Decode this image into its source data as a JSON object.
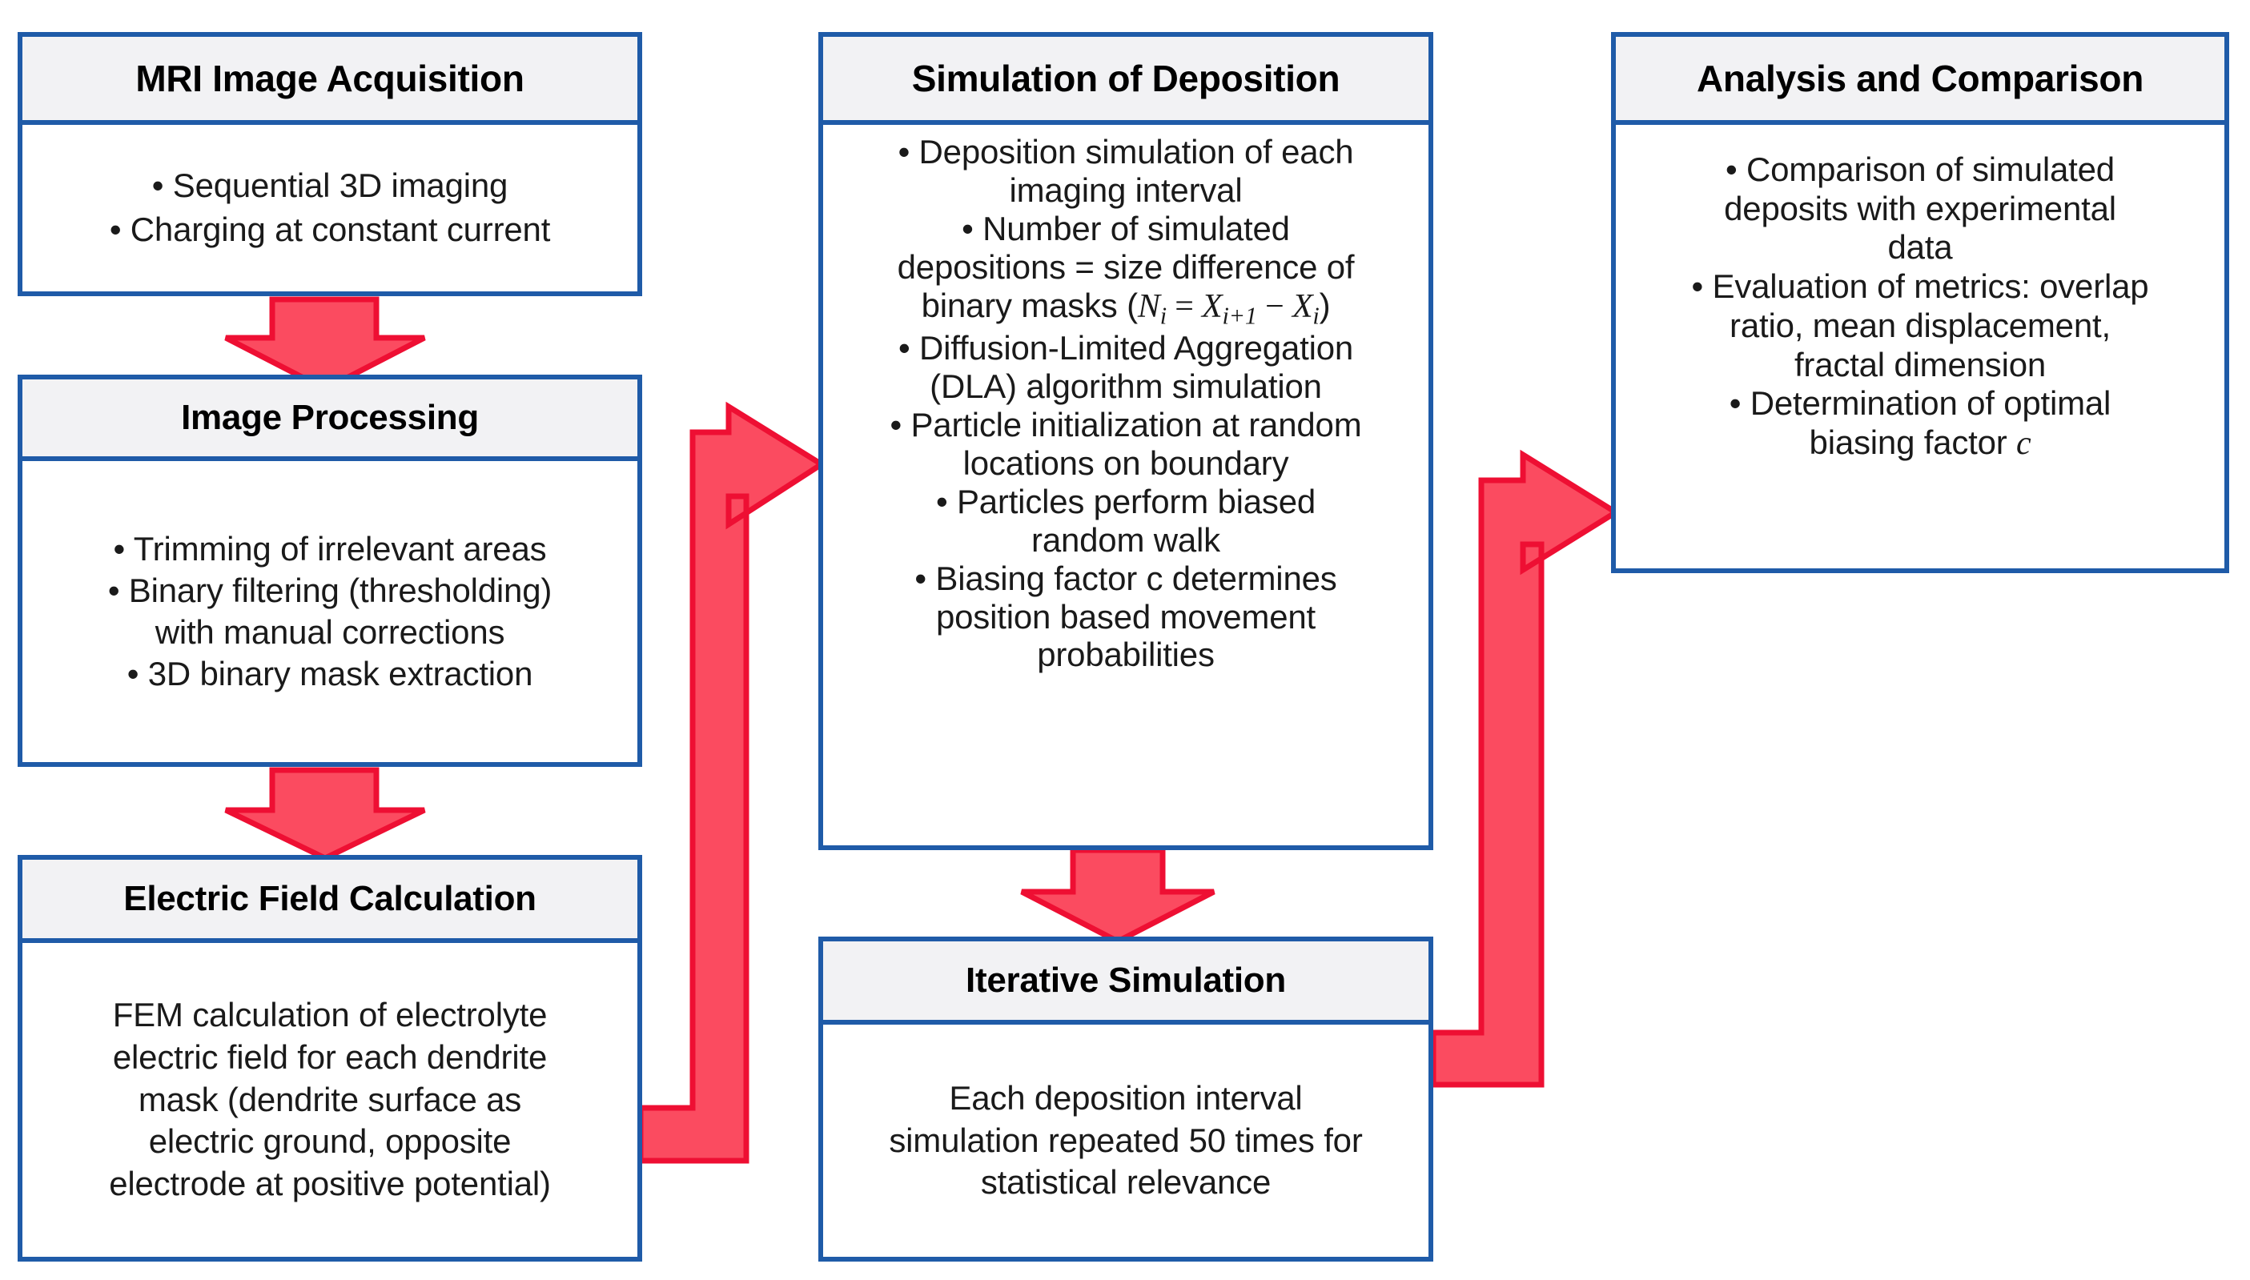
{
  "diagram": {
    "title": "Methodology flowchart for MRI-based dendrite deposition simulation",
    "colors": {
      "box_border": "#1F5BA8",
      "box_header_fill": "#F2F2F4",
      "box_body_fill": "#FFFFFF",
      "arrow_fill": "#FB4B60",
      "arrow_stroke": "#EE0F33",
      "text": "#1A1A1A"
    },
    "boxes": [
      {
        "id": "mri",
        "title": "MRI Image Acquisition",
        "lines": [
          "• Sequential 3D imaging",
          "• Charging at constant current"
        ]
      },
      {
        "id": "image-processing",
        "title": "Image Processing",
        "lines": [
          "• Trimming of irrelevant areas",
          "• Binary filtering (thresholding)",
          "with manual corrections",
          "• 3D binary mask extraction"
        ]
      },
      {
        "id": "electric-field",
        "title": "Electric Field Calculation",
        "lines": [
          "FEM calculation of electrolyte",
          "electric field for each dendrite",
          "mask (dendrite surface as",
          "electric ground, opposite",
          "electrode at positive potential)"
        ]
      },
      {
        "id": "simulation-of-deposition",
        "title": "Simulation of Deposition",
        "lines": [
          "• Deposition simulation of each",
          "imaging interval",
          "• Number of simulated",
          "depositions = size difference  of",
          "__FORMULA__",
          "• Diffusion-Limited Aggregation",
          "(DLA) algorithm simulation",
          "• Particle initialization at random",
          "locations on boundary",
          "• Particles perform biased",
          "random walk",
          "• Biasing factor c determines",
          "position based movement",
          "probabilities"
        ],
        "formula": {
          "prefix": "binary masks (",
          "lhs_var": "N",
          "lhs_sub": "i",
          "equals": "=",
          "rhs1_var": "X",
          "rhs1_sub": "i+1",
          "minus": "−",
          "rhs2_var": "X",
          "rhs2_sub": "i",
          "suffix": ")"
        }
      },
      {
        "id": "iterative-simulation",
        "title": "Iterative Simulation",
        "lines": [
          "Each deposition interval",
          "simulation repeated  50 times for",
          "statistical relevance"
        ]
      },
      {
        "id": "analysis-and-comparison",
        "title": "Analysis and Comparison",
        "lines": [
          "•    Comparison of simulated",
          "deposits with experimental",
          "data",
          "•   Evaluation of metrics: overlap",
          "ratio, mean displacement,",
          "fractal dimension",
          "•    Determination of optimal",
          "biasing factor c"
        ],
        "italic_tail": "c"
      }
    ],
    "arrows": [
      {
        "id": "mri-to-image-processing",
        "kind": "down",
        "from": "mri",
        "to": "image-processing"
      },
      {
        "id": "image-processing-to-efield",
        "kind": "down",
        "from": "image-processing",
        "to": "electric-field"
      },
      {
        "id": "efield-to-simulation",
        "kind": "elbow-right-up",
        "from": "electric-field",
        "to": "simulation-of-deposition"
      },
      {
        "id": "simulation-to-iterative",
        "kind": "down",
        "from": "simulation-of-deposition",
        "to": "iterative-simulation"
      },
      {
        "id": "iterative-to-analysis",
        "kind": "elbow-right-up",
        "from": "iterative-simulation",
        "to": "analysis-and-comparison"
      }
    ]
  }
}
